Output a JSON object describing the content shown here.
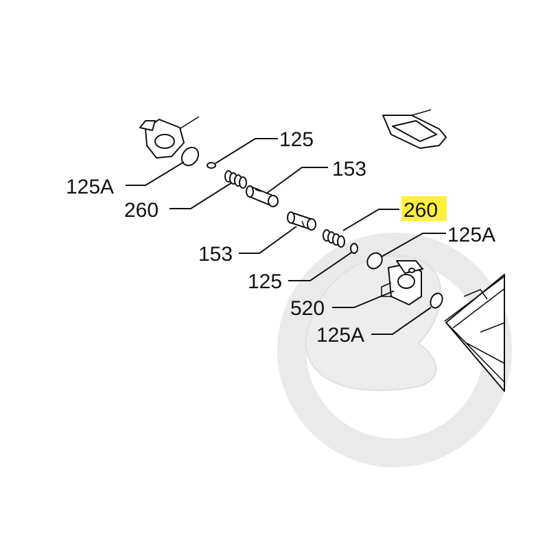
{
  "diagram": {
    "labels": {
      "oring_125_top": "125",
      "pin_153_top": "153",
      "oring_125a_left": "125A",
      "spring_260_left": "260",
      "pin_153_mid": "153",
      "spring_260_highlight": "260",
      "oring_125a_right": "125A",
      "oring_125_mid": "125",
      "hinge_520": "520",
      "oring_125a_bottom": "125A"
    },
    "highlight_color": "#fff23a",
    "watermark_color": "#e6e6e6"
  }
}
